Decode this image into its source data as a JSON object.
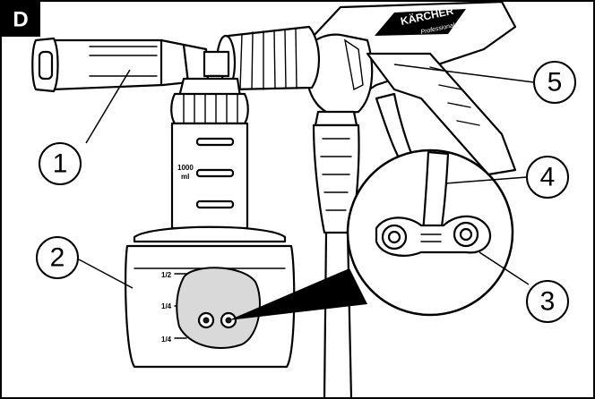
{
  "figure": {
    "badge": "D",
    "brand_name": "KÄRCHER",
    "brand_sub": "Professional",
    "bottle_scale": {
      "upper_label_top": "1000",
      "upper_label_unit": "ml",
      "lower_label_top": "1/2",
      "lower_label_mid": "1/4",
      "lower_label_bottom": "1/4"
    },
    "callouts": [
      {
        "id": "1",
        "label": "1"
      },
      {
        "id": "2",
        "label": "2"
      },
      {
        "id": "3",
        "label": "3"
      },
      {
        "id": "4",
        "label": "4"
      },
      {
        "id": "5",
        "label": "5"
      }
    ]
  }
}
